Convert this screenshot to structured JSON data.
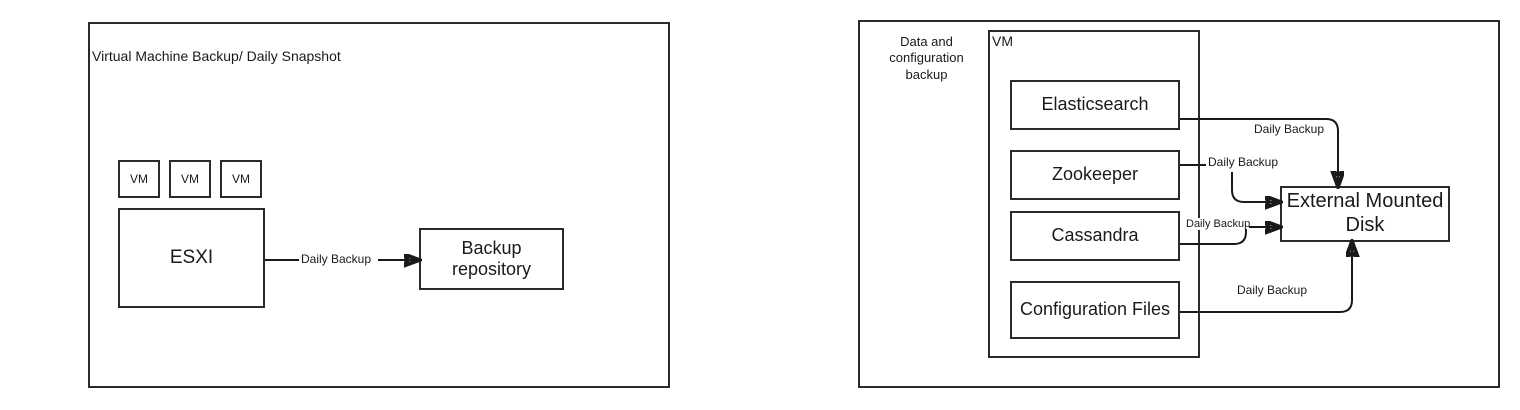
{
  "diagram": {
    "title_semantic": "backup-architecture-diagram",
    "stroke_color": "#1a1a1a",
    "border_color": "#2b2b2b",
    "background": "#ffffff"
  },
  "left_panel": {
    "title": "Virtual Machine Backup/ Daily Snapshot",
    "vm_nodes": [
      {
        "label": "VM"
      },
      {
        "label": "VM"
      },
      {
        "label": "VM"
      }
    ],
    "host": {
      "label": "ESXI"
    },
    "target": {
      "label": "Backup repository"
    },
    "edges": [
      {
        "from": "ESXI",
        "to": "Backup repository",
        "label": "Daily Backup"
      }
    ]
  },
  "right_panel": {
    "side_label": "Data and configuration backup",
    "vm_container_label": "VM",
    "services": [
      {
        "label": "Elasticsearch"
      },
      {
        "label": "Zookeeper"
      },
      {
        "label": "Cassandra"
      },
      {
        "label": "Configuration Files"
      }
    ],
    "target": {
      "label": "External Mounted Disk"
    },
    "edges": [
      {
        "from": "Elasticsearch",
        "to": "External Mounted Disk",
        "label": "Daily Backup"
      },
      {
        "from": "Zookeeper",
        "to": "External Mounted Disk",
        "label": "Daily Backup"
      },
      {
        "from": "Cassandra",
        "to": "External Mounted Disk",
        "label": "Daily Backup"
      },
      {
        "from": "Configuration Files",
        "to": "External Mounted Disk",
        "label": "Daily Backup"
      }
    ]
  }
}
